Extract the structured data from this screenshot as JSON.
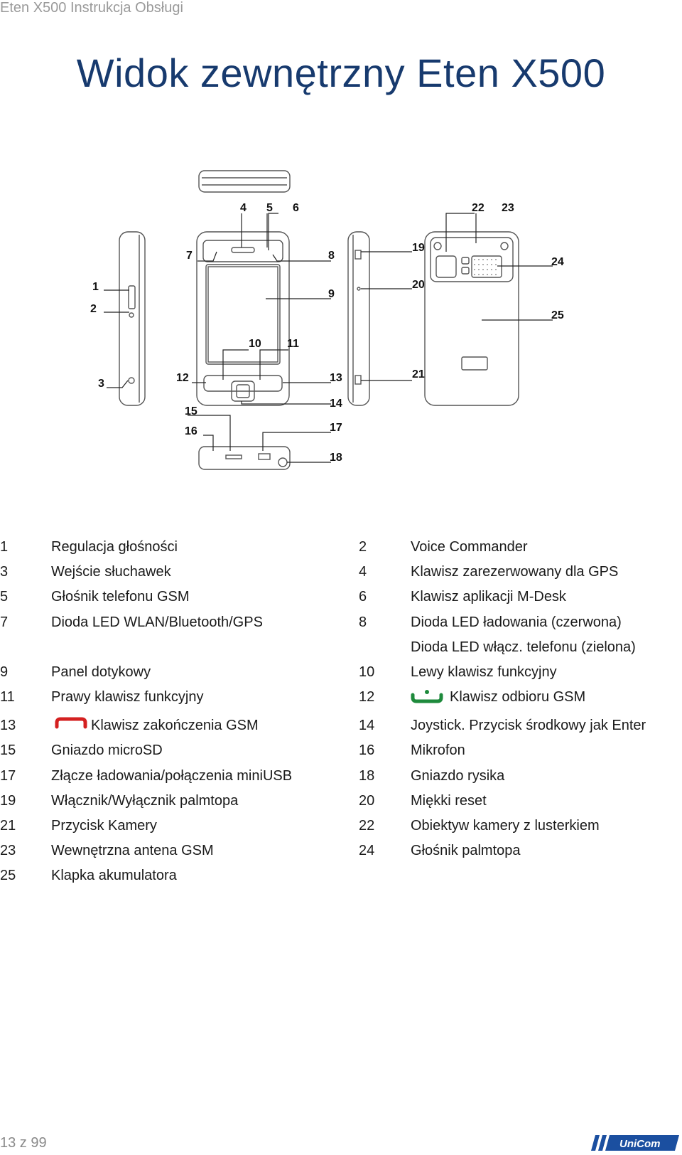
{
  "header": {
    "running_title": "Eten X500 Instrukcja Obsługi"
  },
  "title": "Widok zewnętrzny Eten X500",
  "callouts": [
    "1",
    "2",
    "3",
    "4",
    "5",
    "6",
    "7",
    "8",
    "9",
    "10",
    "11",
    "12",
    "13",
    "14",
    "15",
    "16",
    "17",
    "18",
    "19",
    "20",
    "21",
    "22",
    "23",
    "24",
    "25"
  ],
  "legend": [
    {
      "num_a": "1",
      "text_a": "Regulacja głośności",
      "num_b": "2",
      "text_b": "Voice Commander"
    },
    {
      "num_a": "3",
      "text_a": "Wejście słuchawek",
      "num_b": "4",
      "text_b": "Klawisz zarezerwowany dla GPS"
    },
    {
      "num_a": "5",
      "text_a": "Głośnik telefonu GSM",
      "num_b": "6",
      "text_b": "Klawisz aplikacji M-Desk"
    },
    {
      "num_a": "7",
      "text_a": "Dioda LED WLAN/Bluetooth/GPS",
      "num_b": "8",
      "text_b": "Dioda LED ładowania (czerwona)"
    },
    {
      "num_a": "",
      "text_a": "",
      "num_b": "",
      "text_b": "Dioda LED włącz. telefonu (zielona)"
    },
    {
      "num_a": "9",
      "text_a": "Panel dotykowy",
      "num_b": "10",
      "text_b": "Lewy klawisz funkcyjny"
    },
    {
      "num_a": "11",
      "text_a": "Prawy klawisz funkcyjny",
      "num_b": "12",
      "text_b": "Klawisz odbioru GSM"
    },
    {
      "num_a": "13",
      "text_a": "Klawisz zakończenia GSM",
      "num_b": "14",
      "text_b": "Joystick. Przycisk środkowy jak Enter"
    },
    {
      "num_a": "15",
      "text_a": "Gniazdo microSD",
      "num_b": "16",
      "text_b": "Mikrofon"
    },
    {
      "num_a": "17",
      "text_a": "Złącze ładowania/połączenia miniUSB",
      "num_b": "18",
      "text_b": "Gniazdo rysika"
    },
    {
      "num_a": "19",
      "text_a": "Włącznik/Wyłącznik palmtopa",
      "num_b": "20",
      "text_b": "Miękki reset"
    },
    {
      "num_a": "21",
      "text_a": "Przycisk Kamery",
      "num_b": "22",
      "text_b": "Obiektyw kamery z lusterkiem"
    },
    {
      "num_a": "23",
      "text_a": "Wewnętrzna antena GSM",
      "num_b": "24",
      "text_b": "Głośnik palmtopa"
    },
    {
      "num_a": "25",
      "text_a": "Klapka akumulatora",
      "num_b": "",
      "text_b": ""
    }
  ],
  "icons": {
    "call_key": "green-call-icon",
    "end_key": "red-end-call-icon"
  },
  "colors": {
    "title": "#173a6e",
    "call_green": "#1e8a3c",
    "end_red": "#d42020",
    "logo_blue": "#1b4fa0"
  },
  "footer": {
    "page_number": "13 z 99",
    "logo_text": "UniCom"
  }
}
